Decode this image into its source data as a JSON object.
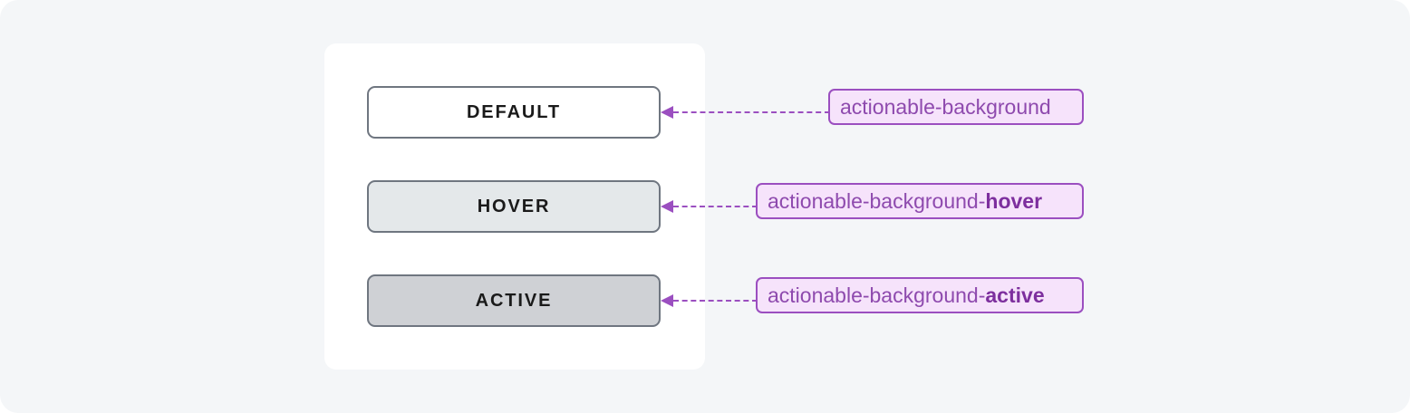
{
  "page": {
    "background_color": "#f4f6f8",
    "card_background": "#ffffff"
  },
  "colors": {
    "accent_purple": "#9b4fc0",
    "pill_fill": "#f6e3fb",
    "pill_text": "#8e4aae",
    "pill_text_bold": "#7d2f9e",
    "button_border": "#6f7680",
    "button_text": "#1a1a1a"
  },
  "states": [
    {
      "button_label": "DEFAULT",
      "button_fill": "#ffffff",
      "token_base": "actionable-background",
      "token_suffix": ""
    },
    {
      "button_label": "HOVER",
      "button_fill": "#e4e8ea",
      "token_base": "actionable-background-",
      "token_suffix": "hover"
    },
    {
      "button_label": "ACTIVE",
      "button_fill": "#cfd1d5",
      "token_base": "actionable-background-",
      "token_suffix": "active"
    }
  ]
}
